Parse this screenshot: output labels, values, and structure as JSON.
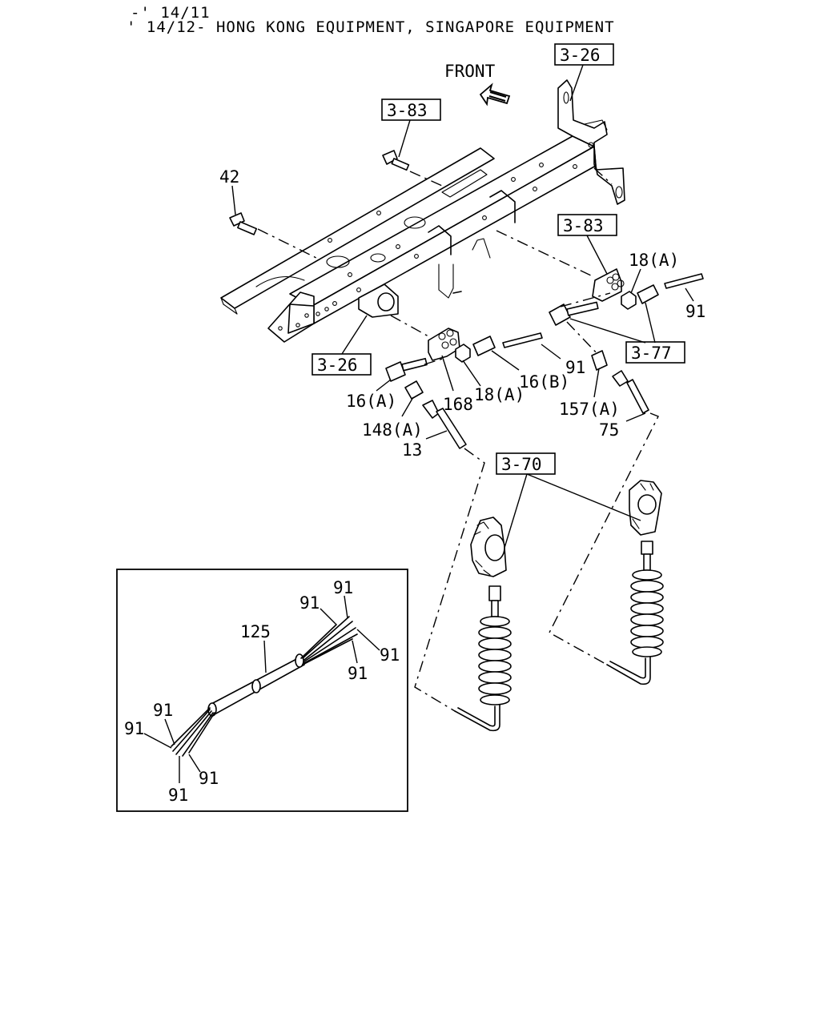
{
  "header": {
    "line1": "-' 14/11",
    "line2": "' 14/12- HONG KONG EQUIPMENT, SINGAPORE EQUIPMENT"
  },
  "front_label": "FRONT",
  "ref_boxes": {
    "top_right": "3-26",
    "top_center": "3-83",
    "right": "3-83",
    "left": "3-26",
    "right_lower": "3-77",
    "middle": "3-70"
  },
  "callouts": {
    "c42": "42",
    "c18a_top": "18(A)",
    "c91_top": "91",
    "c91_mid": "91",
    "c16b": "16(B)",
    "c18a_mid": "18(A)",
    "c168": "168",
    "c16a": "16(A)",
    "c148a": "148(A)",
    "c13": "13",
    "c157a": "157(A)",
    "c75": "75"
  },
  "inset": {
    "c125": "125",
    "c91_a": "91",
    "c91_b": "91",
    "c91_c": "91",
    "c91_d": "91",
    "c91_e": "91",
    "c91_f": "91",
    "c91_g": "91",
    "c91_h": "91"
  }
}
